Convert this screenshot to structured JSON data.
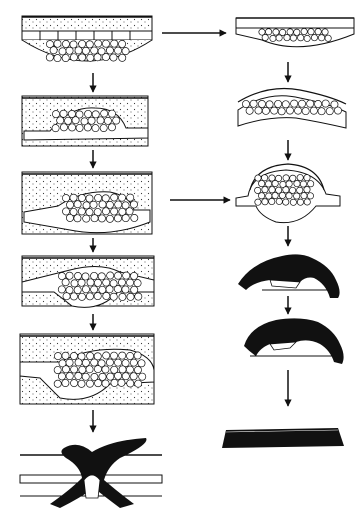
{
  "diagram": {
    "description_free": true,
    "colors": {
      "ink": "#111111",
      "stipple": "#3a3a3a",
      "paper": "#ffffff",
      "cell_fill": "#ffffff"
    },
    "left_column": {
      "stages": [
        {
          "id": 1,
          "kind": "epidermis-proliferation"
        },
        {
          "id": 2,
          "kind": "cell-mound"
        },
        {
          "id": 3,
          "kind": "cell-mound-expanded"
        },
        {
          "id": 4,
          "kind": "invading-mass"
        },
        {
          "id": 5,
          "kind": "deep-invading-mass"
        },
        {
          "id": 6,
          "kind": "dark-anchored-body"
        }
      ]
    },
    "right_column": {
      "stages": [
        {
          "id": 1,
          "kind": "thin-cell-band"
        },
        {
          "id": 2,
          "kind": "arched-cell-layer"
        },
        {
          "id": 3,
          "kind": "domed-cell-cluster"
        },
        {
          "id": 4,
          "kind": "dark-arched-body"
        },
        {
          "id": 5,
          "kind": "dark-hooked-body"
        },
        {
          "id": 6,
          "kind": "flat-dark-bar"
        }
      ]
    },
    "connectors": [
      {
        "from": "left-1",
        "to": "right-1",
        "direction": "right"
      },
      {
        "from": "left-3",
        "to": "right-3",
        "direction": "right"
      }
    ]
  }
}
